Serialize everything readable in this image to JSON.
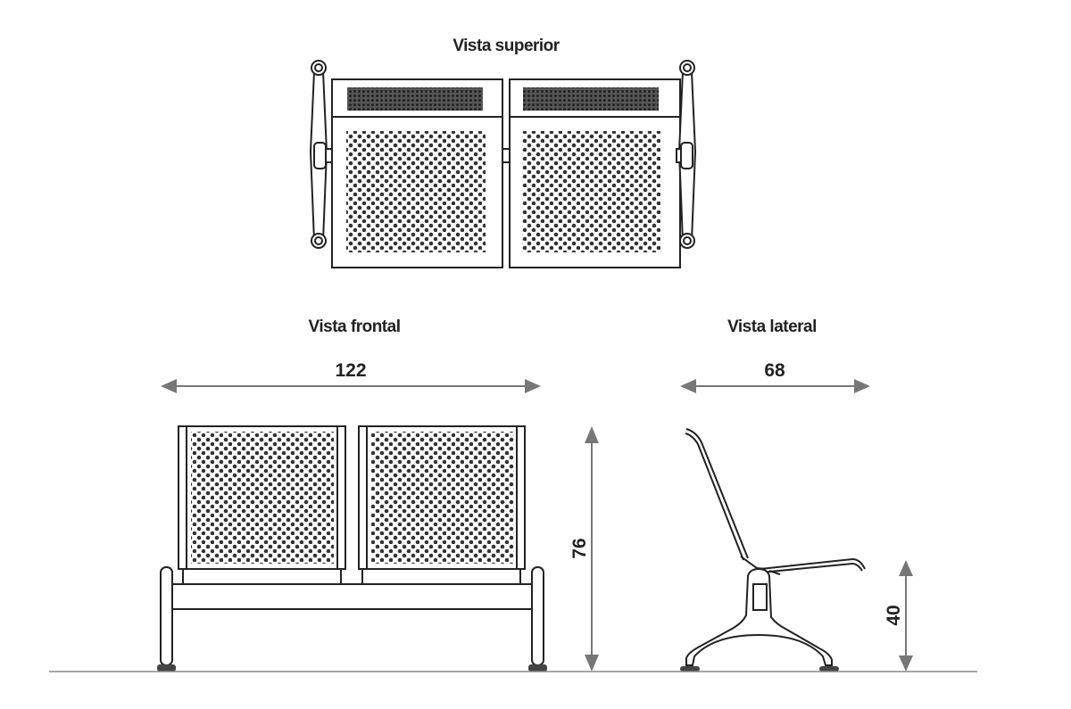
{
  "views": {
    "top": {
      "title": "Vista superior"
    },
    "front": {
      "title": "Vista frontal",
      "width_dimension": "122",
      "height_dimension": "76"
    },
    "side": {
      "title": "Vista lateral",
      "depth_dimension": "68",
      "seat_height_dimension": "40"
    }
  },
  "colors": {
    "line": "#222222",
    "dimension": "#777777",
    "background": "#ffffff"
  }
}
